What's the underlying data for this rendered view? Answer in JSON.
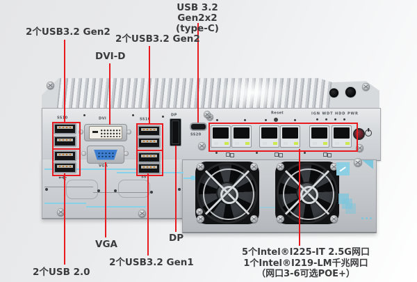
{
  "meta": {
    "description_type": "annotated industrial fanless embedded computer front-panel diagram",
    "annotation_color": "#e8191f",
    "label_text_color": "#3b3b3d"
  },
  "callouts": {
    "usb32gen2_left": "2个USB3.2 Gen2",
    "typec_line1": "USB 3.2 Gen2x2",
    "typec_line2": "(type-C)",
    "usb32gen2_mid": "2个USB3.2 Gen2",
    "dvid": "DVI-D",
    "vga": "VGA",
    "usb32gen1": "2个USB3.2 Gen1",
    "dp": "DP",
    "usb20": "2个USB 2.0",
    "lan_line1": "5个Intel®I225-IT 2.5G网口",
    "lan_line2": "1个Intel®I219-LM千兆网口",
    "lan_line3": "（网口3-6可选POE+）"
  },
  "silkscreen": {
    "usb10_left": "SS10",
    "usb10_mid": "SS10",
    "usb20_typec": "SS20",
    "usb_ss_gen1": "SS",
    "dvi": "DVI",
    "vga": "VGA",
    "dp": "DP",
    "reset": "Reset",
    "led_labels": "IGN WDT HDD PWR"
  },
  "icons": {
    "power-icon": "css ring with vertical bar",
    "usb-trident-icon": "inline svg trident",
    "lan-icon": "css double squares",
    "screw-icon": "css cross-slot circle"
  },
  "hardware_counts": {
    "usb_a_ports": 8,
    "ethernet_ports": 6,
    "fans": 2,
    "antenna_holes": 2
  }
}
